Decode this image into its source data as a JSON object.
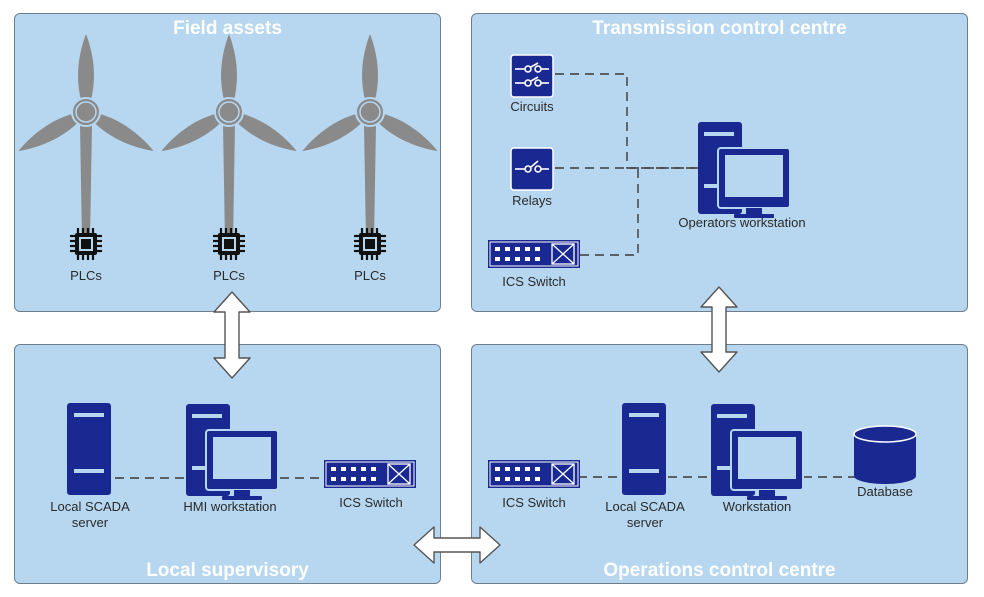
{
  "panels": {
    "field": {
      "title": "Field assets"
    },
    "transmission": {
      "title": "Transmission control centre"
    },
    "local": {
      "title": "Local supervisory"
    },
    "operations": {
      "title": "Operations control centre"
    }
  },
  "field_assets": {
    "plcs": [
      "PLCs",
      "PLCs",
      "PLCs"
    ]
  },
  "transmission": {
    "circuits": "Circuits",
    "relays": "Relays",
    "switch": "ICS Switch",
    "workstation": "Operators workstation"
  },
  "local": {
    "server": "Local SCADA\nserver",
    "hmi": "HMI workstation",
    "switch": "ICS Switch"
  },
  "operations": {
    "switch": "ICS Switch",
    "server": "Local SCADA\nserver",
    "workstation": "Workstation",
    "database": "Database"
  },
  "colors": {
    "panel": "#b6d7ef",
    "device": "#1a2891",
    "turbine": "#8a8a8a"
  }
}
